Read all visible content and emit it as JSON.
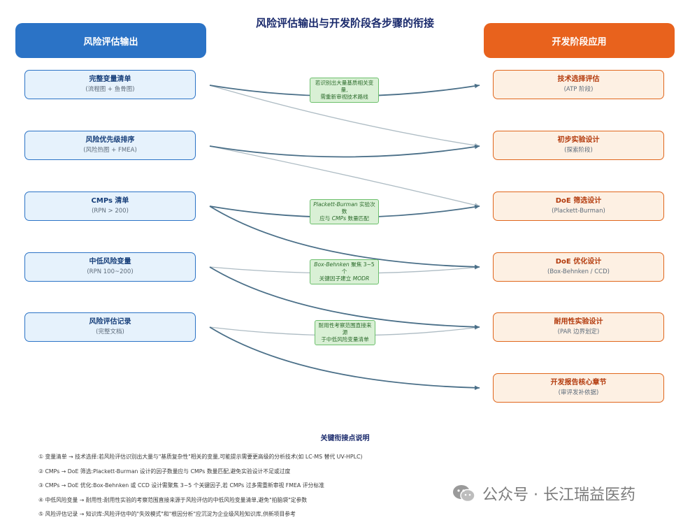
{
  "title": "风险评估输出与开发阶段各步骤的衔接",
  "left_header": "风险评估输出",
  "right_header": "开发阶段应用",
  "left_nodes": [
    {
      "title": "完整变量清单",
      "sub": "(流程图 + 鱼骨图)"
    },
    {
      "title": "风险优先级排序",
      "sub": "(风险热图 + FMEA)"
    },
    {
      "title": "CMPs 清单",
      "sub": "(RPN > 200)"
    },
    {
      "title": "中低风险变量",
      "sub": "(RPN 100~200)"
    },
    {
      "title": "风险评估记录",
      "sub": "(完整文档)"
    }
  ],
  "right_nodes": [
    {
      "title": "技术选择评估",
      "sub": "(ATP 阶段)"
    },
    {
      "title": "初步实验设计",
      "sub": "(探索阶段)"
    },
    {
      "title": "DoE 筛选设计",
      "sub": "(Plackett-Burman)"
    },
    {
      "title": "DoE 优化设计",
      "sub": "(Box-Behnken / CCD)"
    },
    {
      "title": "耐用性实验设计",
      "sub": "(PAR 边界划定)"
    },
    {
      "title": "开发报告核心章节",
      "sub": "(审评发补依据)"
    }
  ],
  "notes": {
    "n1_l1": "若识别出大量基质相关变量,",
    "n1_l2": "需重新审视技术路线",
    "n2_l1a": "Plackett-Burman",
    "n2_l1b": " 实验次数",
    "n2_l2a": "应与 ",
    "n2_l2b": "CMPs",
    "n2_l2c": " 数量匹配",
    "n3_l1a": "Box-Behnken",
    "n3_l1b": " 聚焦 3~5 个",
    "n3_l2a": "关键因子建立 ",
    "n3_l2b": "MODR",
    "n4_l1": "耐用性考察范围直接来源",
    "n4_l2": "于中低风险变量清单"
  },
  "key_title": "关键衔接点说明",
  "key_points": [
    "① 变量清单 → 技术选择:若风险评估识别出大量与\"基质复杂性\"相关的变量,可能提示需要更高级的分析技术(如 LC-MS 替代 UV-HPLC)",
    "② CMPs → DoE 筛选:Plackett-Burman 设计的因子数量应与 CMPs 数量匹配,避免实验设计不足或过度",
    "③ CMPs → DoE 优化:Box-Behnken 或 CCD 设计需聚焦 3~5 个关键因子,若 CMPs 过多需重新审视 FMEA 评分标准",
    "④ 中低风险变量 → 耐用性:耐用性实验的考察范围直接来源于风险评估的中低风险变量清单,避免\"拍脑袋\"定参数",
    "⑤ 风险评估记录 → 知识库:风险评估中的\"失效模式\"和\"根因分析\"应沉淀为企业级风险知识库,供新项目参考"
  ],
  "watermark": "公众号 · 长江瑞益医药",
  "colors": {
    "primary_arrow": "#4a6f88",
    "secondary_arrow": "#aebcc4",
    "left_accent": "#2b73c6",
    "right_accent": "#e8621d",
    "note_fill": "#d9f0d5"
  }
}
